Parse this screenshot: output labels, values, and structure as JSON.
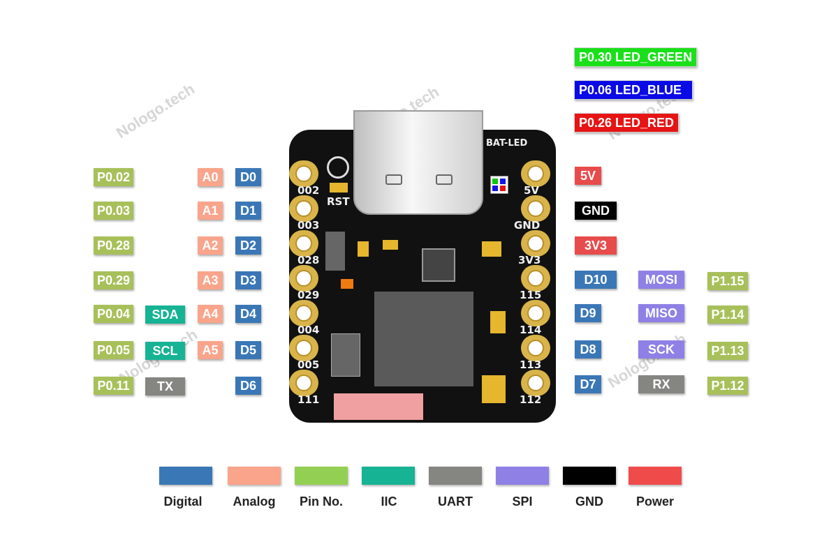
{
  "led_labels": [
    {
      "text": "P0.30 LED_GREEN",
      "color": "#19e019"
    },
    {
      "text": "P0.06  LED_BLUE",
      "color": "#0a0ae6"
    },
    {
      "text": "P0.26 LED_RED",
      "color": "#e61414"
    }
  ],
  "left_pins": [
    {
      "pin": "P0.02",
      "analog": "A0",
      "digital": "D0",
      "extra": ""
    },
    {
      "pin": "P0.03",
      "analog": "A1",
      "digital": "D1",
      "extra": ""
    },
    {
      "pin": "P0.28",
      "analog": "A2",
      "digital": "D2",
      "extra": ""
    },
    {
      "pin": "P0.29",
      "analog": "A3",
      "digital": "D3",
      "extra": ""
    },
    {
      "pin": "P0.04",
      "analog": "A4",
      "digital": "D4",
      "extra": "SDA"
    },
    {
      "pin": "P0.05",
      "analog": "A5",
      "digital": "D5",
      "extra": "SCL"
    },
    {
      "pin": "P0.11",
      "analog": "",
      "digital": "D6",
      "extra": "TX"
    }
  ],
  "right_power": [
    {
      "text": "5V",
      "color": "#e84b4b"
    },
    {
      "text": "GND",
      "color": "#000000"
    },
    {
      "text": "3V3",
      "color": "#e84b4b"
    }
  ],
  "right_pins": [
    {
      "digital": "D10",
      "extra": "MOSI",
      "pin": "P1.15"
    },
    {
      "digital": "D9",
      "extra": "MISO",
      "pin": "P1.14"
    },
    {
      "digital": "D8",
      "extra": "SCK",
      "pin": "P1.13"
    },
    {
      "digital": "D7",
      "extra": "RX",
      "pin": "P1.12"
    }
  ],
  "board_silk": {
    "left": [
      "002",
      "003",
      "028",
      "029",
      "004",
      "005",
      "111"
    ],
    "right": [
      "5V",
      "GND",
      "3V3",
      "115",
      "114",
      "113",
      "112"
    ],
    "rst": "RST",
    "bat_led": "BAT-LED"
  },
  "legend": [
    {
      "label": "Digital",
      "color": "#3a77b6"
    },
    {
      "label": "Analog",
      "color": "#f9a48b"
    },
    {
      "label": "Pin No.",
      "color": "#93cf52"
    },
    {
      "label": "IIC",
      "color": "#16b394"
    },
    {
      "label": "UART",
      "color": "#858582"
    },
    {
      "label": "SPI",
      "color": "#8f80e6"
    },
    {
      "label": "GND",
      "color": "#000000"
    },
    {
      "label": "Power",
      "color": "#f04b4b"
    }
  ],
  "colors": {
    "digital": "#3a77b6",
    "analog": "#f9a48b",
    "pin": "#a8c05a",
    "iic": "#16b394",
    "uart": "#858582",
    "spi": "#8f80e6"
  },
  "watermark": "Nologo.tech"
}
